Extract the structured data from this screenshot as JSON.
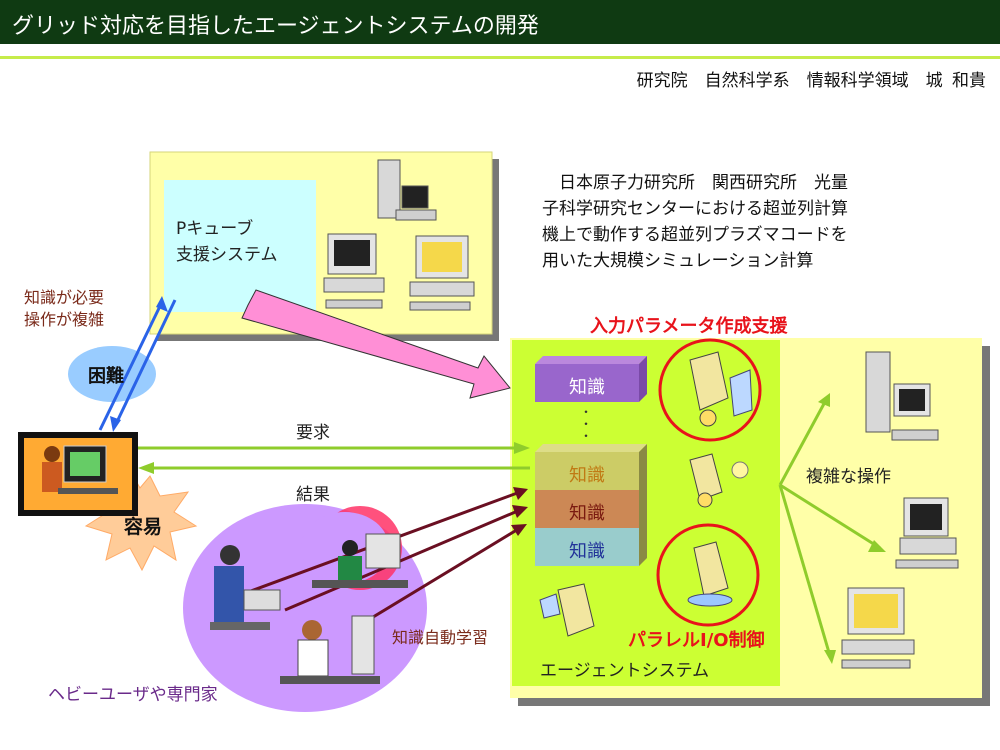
{
  "title": "グリッド対応を目指したエージェントシステムの開発",
  "author": "研究院　自然科学系　情報科学領域　城 和貴",
  "description_lines": [
    "　日本原子力研究所　関西研究所　光量",
    "子科学研究センターにおける超並列計算",
    "機上で動作する超並列プラズマコードを",
    "用いた大規模シミュレーション計算"
  ],
  "pcube_label": [
    "Pキューブ",
    "支援システム"
  ],
  "difficulty": {
    "notes": [
      "知識が必要",
      "操作が複雑"
    ],
    "badge": "困難"
  },
  "easy_badge": "容易",
  "request_label": "要求",
  "result_label": "結果",
  "knowledge_blocks": [
    "知識",
    "知識",
    "知識",
    "知識"
  ],
  "ellipsis": "・\n・\n・",
  "input_param_label": "入力パラメータ作成支援",
  "parallel_io_label": "パラレルI/O制御",
  "agent_system_label": "エージェントシステム",
  "auto_learning_label": "知識自動学習",
  "complex_op_label": "複雑な操作",
  "users_label": "ヘビーユーザや専門家",
  "colors": {
    "title_bg": "#0f3a12",
    "accent_rule": "#c6ec4a",
    "panel_yellow": "#ffffa8",
    "agent_green": "#ccff33",
    "arrow_green": "#8fcc2c",
    "arrow_pink": "#ff8fd6",
    "arrow_maroon": "#6a0f22",
    "arrow_blue": "#2a63e8",
    "user_bubble": "#cc99ff",
    "difficulty_bubble": "#99ccff",
    "knowledge_purple": "#9966cc",
    "knowledge_tan": "#cccc66",
    "knowledge_brown": "#cc8855",
    "knowledge_teal": "#99cccc",
    "highlight_red": "#e8131b"
  }
}
